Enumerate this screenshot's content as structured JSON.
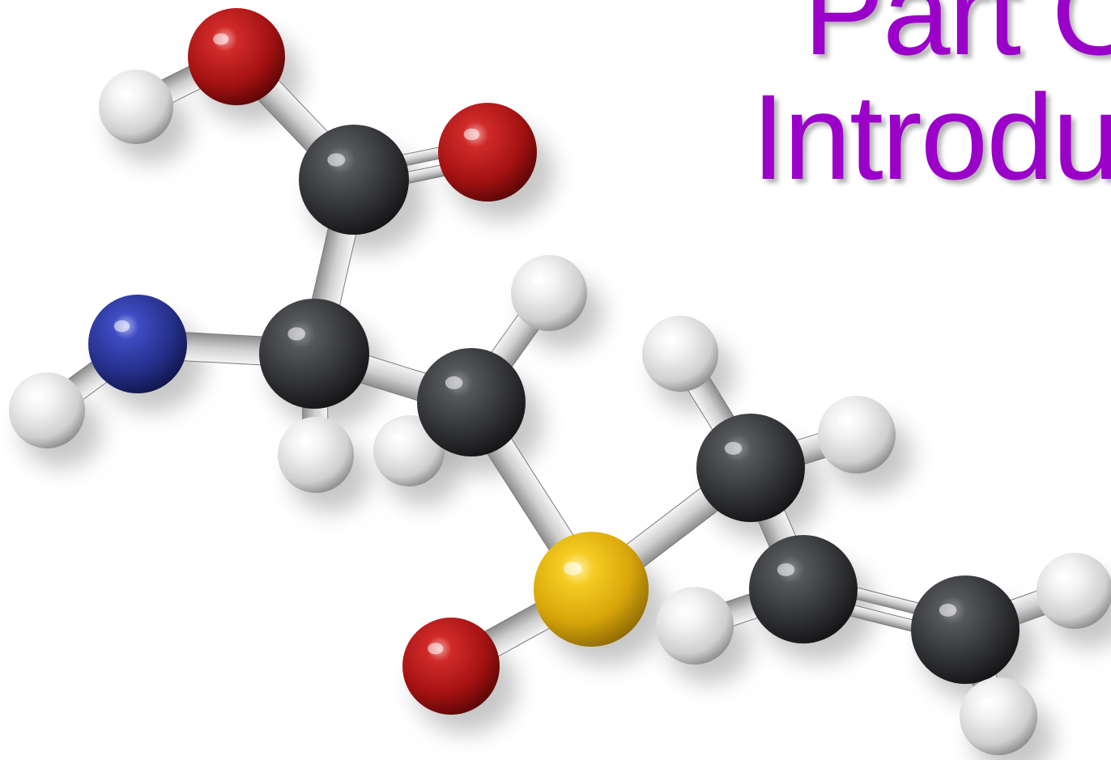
{
  "slide": {
    "title_lines": [
      "Part O",
      "Introdu"
    ]
  },
  "molecule": {
    "colors": {
      "carbon": "#3a3b3d",
      "oxygen": "#b81414",
      "nitrogen": "#2a3597",
      "sulfur": "#e8b80c",
      "hydrogen": "#e9e9e9",
      "bond": "#d4d4d4",
      "title": "#9a00c8"
    },
    "atoms": [
      {
        "id": "o_top",
        "element": "oxygen"
      },
      {
        "id": "h_o_top",
        "element": "hydrogen"
      },
      {
        "id": "c_carboxyl",
        "element": "carbon"
      },
      {
        "id": "o_carbonyl",
        "element": "oxygen"
      },
      {
        "id": "n_amino",
        "element": "nitrogen"
      },
      {
        "id": "h_n",
        "element": "hydrogen"
      },
      {
        "id": "c_alpha",
        "element": "carbon"
      },
      {
        "id": "h_alpha",
        "element": "hydrogen"
      },
      {
        "id": "c_beta",
        "element": "carbon"
      },
      {
        "id": "h_beta_1",
        "element": "hydrogen"
      },
      {
        "id": "h_beta_2",
        "element": "hydrogen"
      },
      {
        "id": "s",
        "element": "sulfur"
      },
      {
        "id": "o_sulfoxide",
        "element": "oxygen"
      },
      {
        "id": "c_allyl_1",
        "element": "carbon"
      },
      {
        "id": "h_allyl_1a",
        "element": "hydrogen"
      },
      {
        "id": "h_allyl_1b",
        "element": "hydrogen"
      },
      {
        "id": "c_allyl_2",
        "element": "carbon"
      },
      {
        "id": "h_allyl_2",
        "element": "hydrogen"
      },
      {
        "id": "c_allyl_3",
        "element": "carbon"
      },
      {
        "id": "h_allyl_3a",
        "element": "hydrogen"
      },
      {
        "id": "h_allyl_3b",
        "element": "hydrogen"
      }
    ],
    "bonds": [
      {
        "from": "o_top",
        "to": "h_o_top",
        "order": 1
      },
      {
        "from": "o_top",
        "to": "c_carboxyl",
        "order": 1
      },
      {
        "from": "c_carboxyl",
        "to": "o_carbonyl",
        "order": 2
      },
      {
        "from": "c_carboxyl",
        "to": "c_alpha",
        "order": 1
      },
      {
        "from": "c_alpha",
        "to": "n_amino",
        "order": 1
      },
      {
        "from": "n_amino",
        "to": "h_n",
        "order": 1
      },
      {
        "from": "c_alpha",
        "to": "h_alpha",
        "order": 1
      },
      {
        "from": "c_alpha",
        "to": "c_beta",
        "order": 1
      },
      {
        "from": "c_beta",
        "to": "h_beta_1",
        "order": 1
      },
      {
        "from": "c_beta",
        "to": "h_beta_2",
        "order": 1
      },
      {
        "from": "c_beta",
        "to": "s",
        "order": 1
      },
      {
        "from": "s",
        "to": "o_sulfoxide",
        "order": 1
      },
      {
        "from": "s",
        "to": "c_allyl_1",
        "order": 1
      },
      {
        "from": "c_allyl_1",
        "to": "h_allyl_1a",
        "order": 1
      },
      {
        "from": "c_allyl_1",
        "to": "h_allyl_1b",
        "order": 1
      },
      {
        "from": "c_allyl_1",
        "to": "c_allyl_2",
        "order": 1
      },
      {
        "from": "c_allyl_2",
        "to": "h_allyl_2",
        "order": 1
      },
      {
        "from": "c_allyl_2",
        "to": "c_allyl_3",
        "order": 2
      },
      {
        "from": "c_allyl_3",
        "to": "h_allyl_3a",
        "order": 1
      },
      {
        "from": "c_allyl_3",
        "to": "h_allyl_3b",
        "order": 1
      }
    ]
  }
}
